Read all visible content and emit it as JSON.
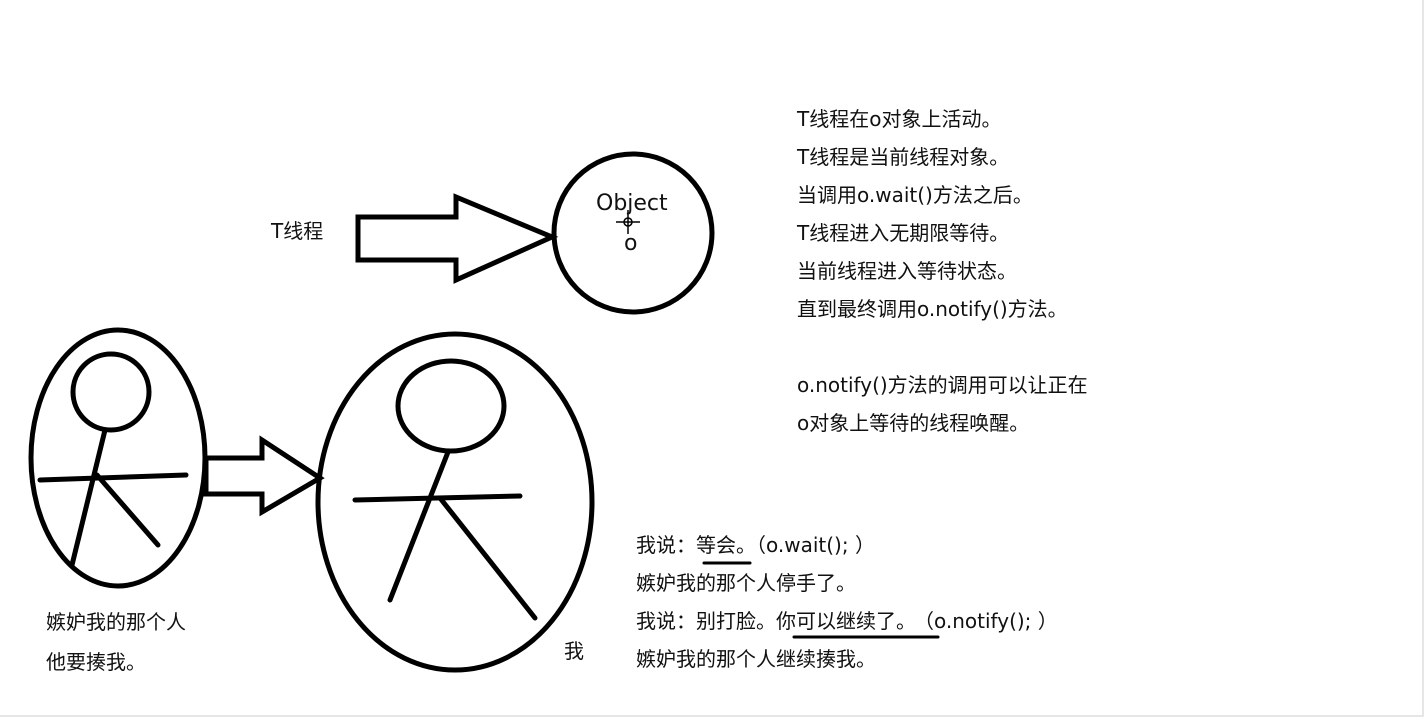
{
  "labels": {
    "thread": "T线程",
    "object_word": "Object",
    "object_var": "o",
    "jealous_person": [
      "嫉妒我的那个人",
      "他要揍我。"
    ],
    "me": "我"
  },
  "notes_top": [
    "T线程在o对象上活动。",
    "T线程是当前线程对象。",
    "当调用o.wait()方法之后。",
    "T线程进入无期限等待。",
    "当前线程进入等待状态。",
    "直到最终调用o.notify()方法。",
    "",
    "o.notify()方法的调用可以让正在",
    "o对象上等待的线程唤醒。"
  ],
  "notes_bottom": {
    "line1": {
      "prefix": "我说：",
      "underlined": "等会",
      "suffix": "。（o.wait(); ）"
    },
    "line2": "嫉妒我的那个人停手了。",
    "line3": {
      "prefix": "我说：别打脸。",
      "underlined": "你可以继续了。",
      "suffix": "（o.notify(); ）"
    },
    "line4": "嫉妒我的那个人继续揍我。"
  },
  "colors": {
    "stroke": "#000000",
    "text": "#111111",
    "background": "#ffffff"
  }
}
